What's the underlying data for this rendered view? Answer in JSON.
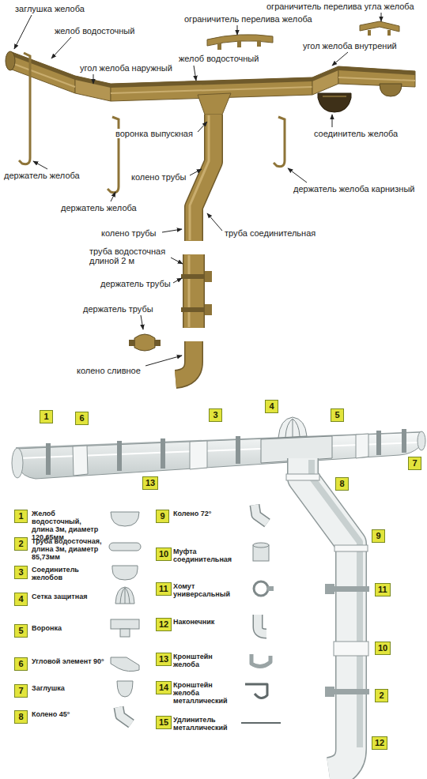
{
  "diagram": {
    "labels": [
      "заглушка желоба",
      "желоб водосточный",
      "ограничитель перелива угла желоба",
      "ограничитель перелива желоба",
      "угол желоба внутрений",
      "желоб водосточный",
      "угол желоба наружный",
      "воронка выпускная",
      "соединитель желоба",
      "держатель желоба",
      "колено трубы",
      "держатель желоба карнизный",
      "держатель желоба",
      "колено трубы",
      "труба соединительная",
      "труба водосточная длиной 2 м",
      "держатель трубы",
      "держатель трубы",
      "колено сливное",
      "1",
      "6",
      "3",
      "4",
      "5",
      "7",
      "13",
      "8",
      "9",
      "11",
      "10",
      "2",
      "12",
      "1",
      "2",
      "3",
      "4",
      "5",
      "6",
      "7",
      "8",
      "9",
      "10",
      "11",
      "12",
      "13",
      "14",
      "15"
    ],
    "legend": [
      {
        "text": "Желоб водосточный, длина 3м, диаметр 120,65мм"
      },
      {
        "text": "Труба водосточная, длина 3м, диаметр 85,73мм"
      },
      {
        "text": "Соединитель желобов"
      },
      {
        "text": "Сетка защитная"
      },
      {
        "text": "Воронка"
      },
      {
        "text": "Угловой элемент 90°"
      },
      {
        "text": "Заглушка"
      },
      {
        "text": "Колено 45°"
      },
      {
        "text": "Колено 72°"
      },
      {
        "text": "Муфта соединительная"
      },
      {
        "text": "Хомут универсальный"
      },
      {
        "text": "Наконечник"
      },
      {
        "text": "Кронштейн желоба"
      },
      {
        "text": "Кронштейн желоба металлический"
      },
      {
        "text": "Удлинитель металлический"
      }
    ]
  }
}
